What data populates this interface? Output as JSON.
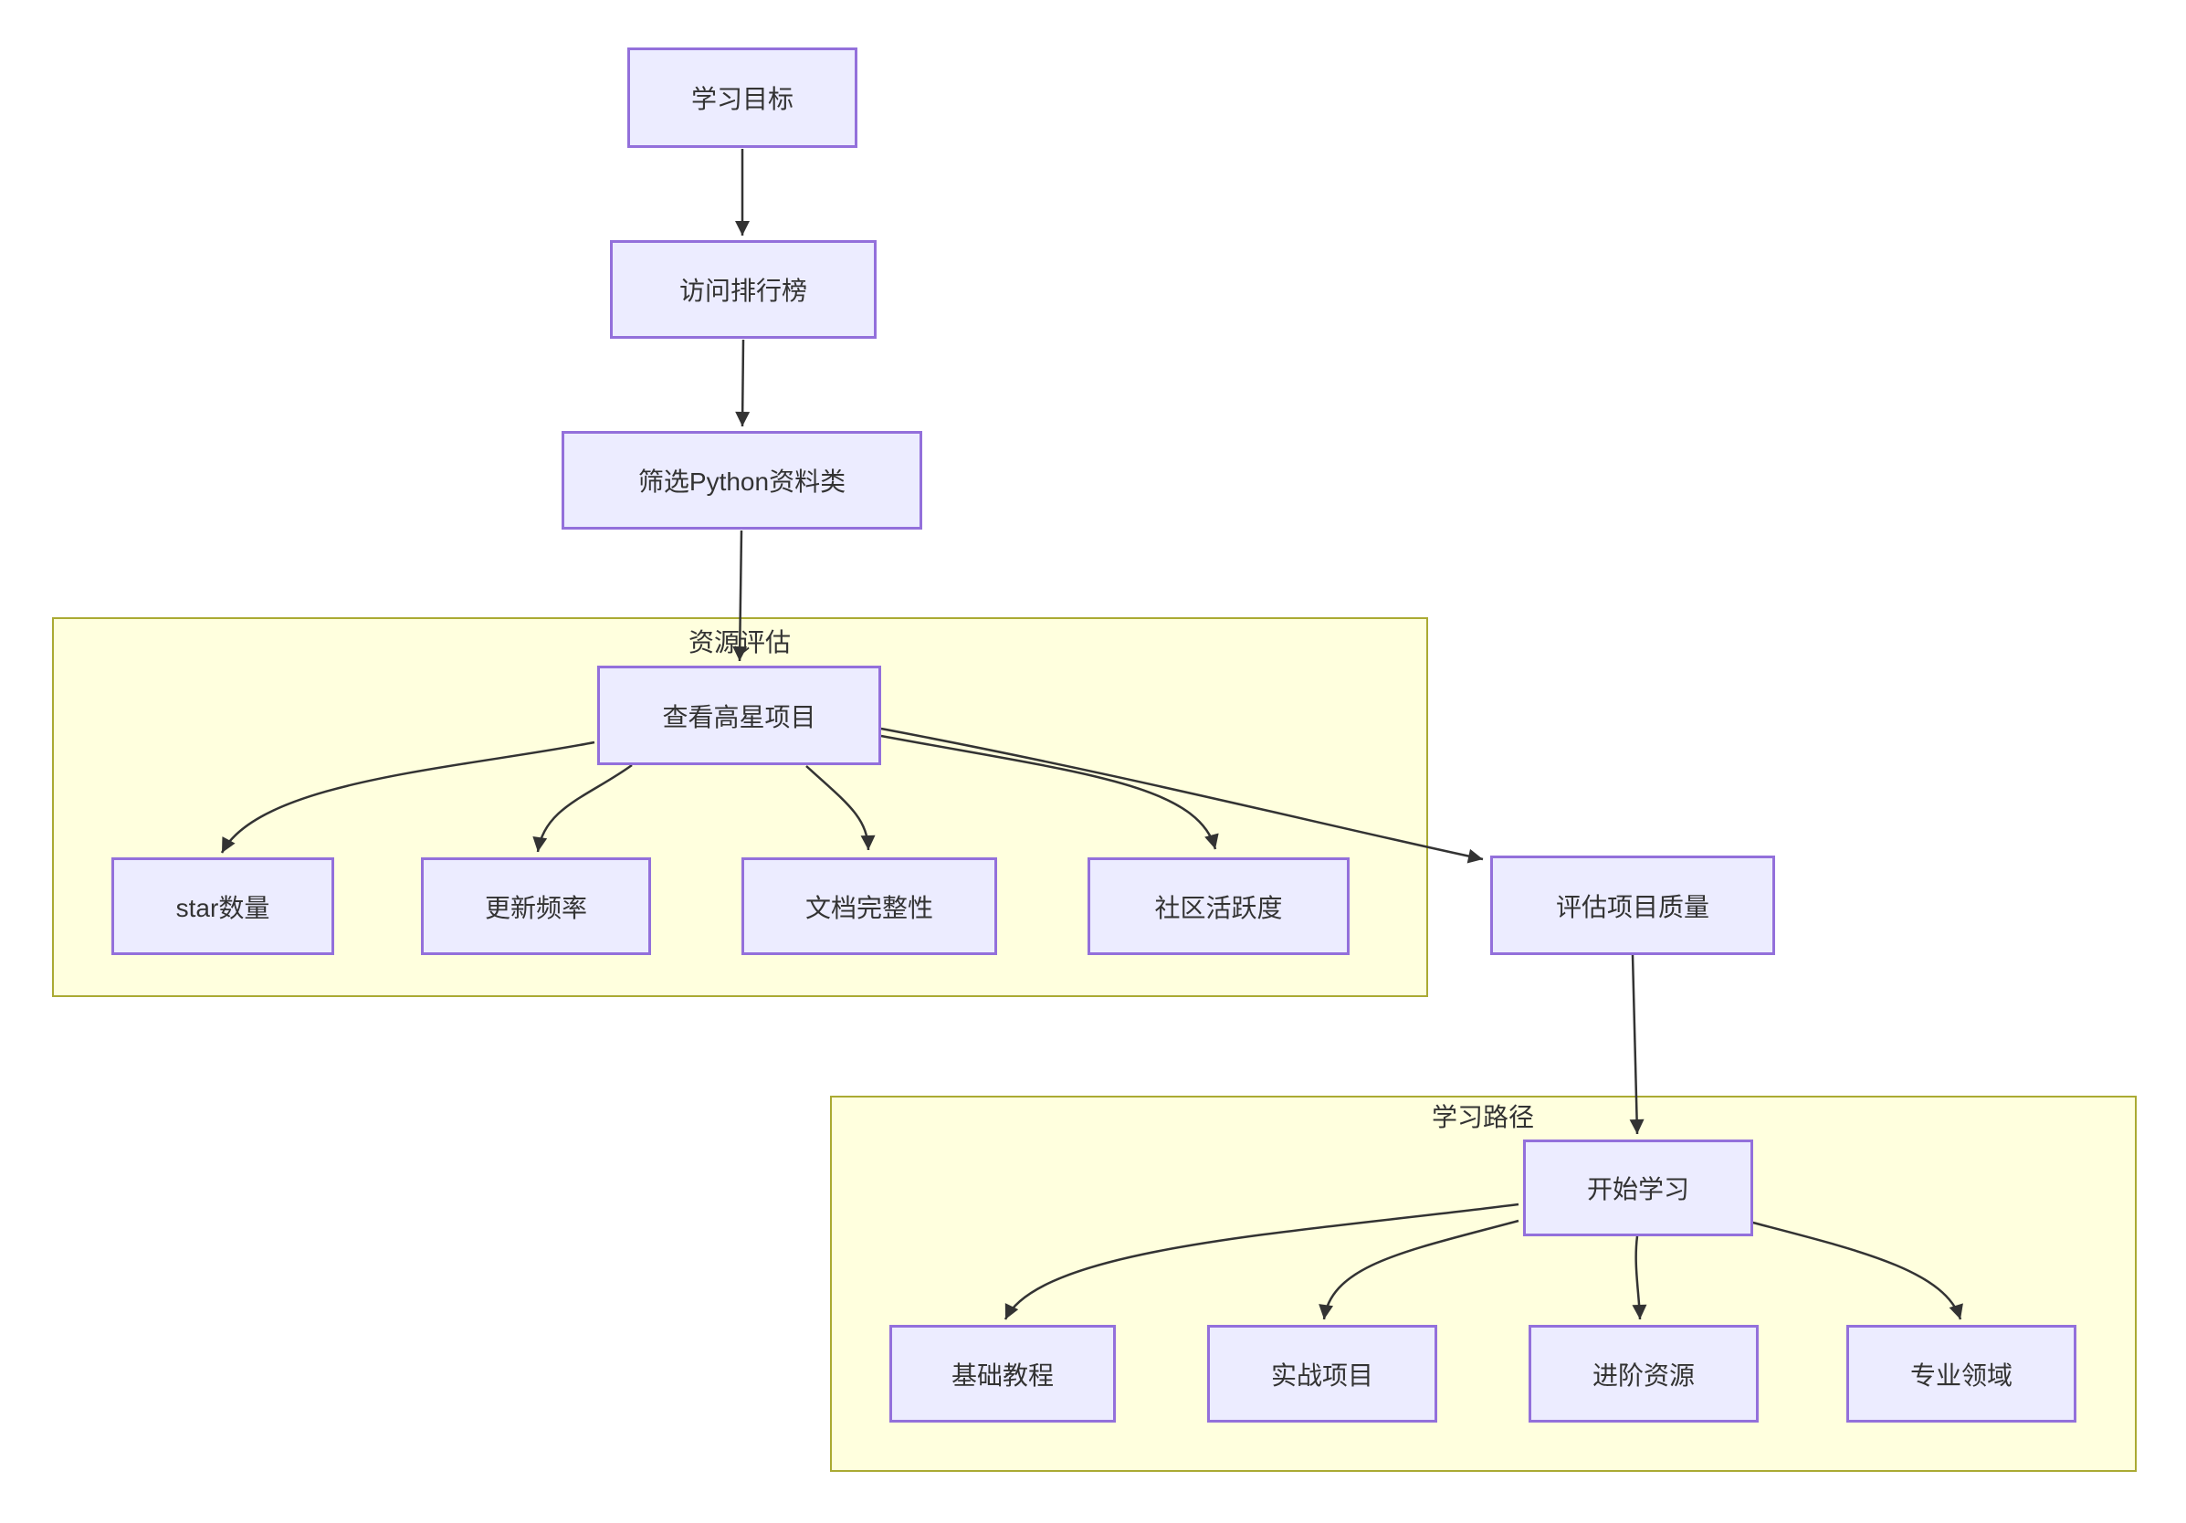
{
  "diagram": {
    "type": "flowchart",
    "background": "#ffffff",
    "colors": {
      "node_fill": "#ECECFF",
      "node_border": "#9370DB",
      "cluster_fill": "#FFFFDE",
      "cluster_border": "#AAAA33",
      "edge_color": "#333333",
      "text_color": "#333333"
    },
    "nodes": {
      "goal": {
        "label": "学习目标"
      },
      "visit": {
        "label": "访问排行榜"
      },
      "filter": {
        "label": "筛选Python资料类"
      },
      "view": {
        "label": "查看高星项目"
      },
      "stars": {
        "label": "star数量"
      },
      "update": {
        "label": "更新频率"
      },
      "docs": {
        "label": "文档完整性"
      },
      "community": {
        "label": "社区活跃度"
      },
      "evaluate": {
        "label": "评估项目质量"
      },
      "start": {
        "label": "开始学习"
      },
      "basic": {
        "label": "基础教程"
      },
      "practice": {
        "label": "实战项目"
      },
      "advanced": {
        "label": "进阶资源"
      },
      "domain": {
        "label": "专业领域"
      }
    },
    "clusters": {
      "eval": {
        "label": "资源评估",
        "members": [
          "view",
          "stars",
          "update",
          "docs",
          "community"
        ]
      },
      "path": {
        "label": "学习路径",
        "members": [
          "start",
          "basic",
          "practice",
          "advanced",
          "domain"
        ]
      }
    },
    "edges": [
      {
        "from": "goal",
        "to": "visit"
      },
      {
        "from": "visit",
        "to": "filter"
      },
      {
        "from": "filter",
        "to": "view"
      },
      {
        "from": "view",
        "to": "stars"
      },
      {
        "from": "view",
        "to": "update"
      },
      {
        "from": "view",
        "to": "docs"
      },
      {
        "from": "view",
        "to": "community"
      },
      {
        "from": "view",
        "to": "evaluate"
      },
      {
        "from": "evaluate",
        "to": "start"
      },
      {
        "from": "start",
        "to": "basic"
      },
      {
        "from": "start",
        "to": "practice"
      },
      {
        "from": "start",
        "to": "advanced"
      },
      {
        "from": "start",
        "to": "domain"
      }
    ]
  }
}
